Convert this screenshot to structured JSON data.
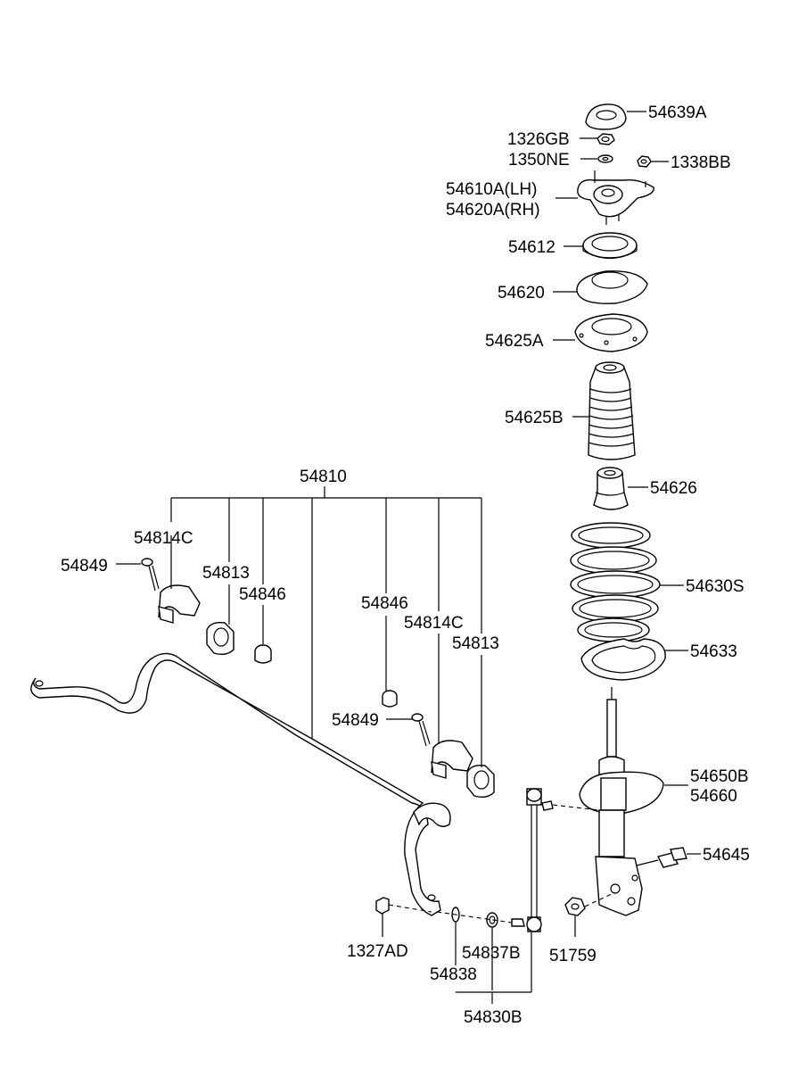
{
  "labels": {
    "l54639A": "54639A",
    "l1326GB": "1326GB",
    "l1350NE": "1350NE",
    "l1338BB": "1338BB",
    "l54610A": "54610A(LH)",
    "l54620A": "54620A(RH)",
    "l54612": "54612",
    "l54620": "54620",
    "l54625A": "54625A",
    "l54625B": "54625B",
    "l54626": "54626",
    "l54630S": "54630S",
    "l54633": "54633",
    "l54650B": "54650B",
    "l54660": "54660",
    "l54645": "54645",
    "l51759": "51759",
    "l54810": "54810",
    "l54814C_left": "54814C",
    "l54849_left": "54849",
    "l54813_left": "54813",
    "l54846_left": "54846",
    "l54846_right": "54846",
    "l54814C_right": "54814C",
    "l54813_right": "54813",
    "l54849_right": "54849",
    "l1327AD": "1327AD",
    "l54837B": "54837B",
    "l54838": "54838",
    "l54830B": "54830B"
  },
  "colors": {
    "line": "#000000",
    "background": "#ffffff"
  }
}
